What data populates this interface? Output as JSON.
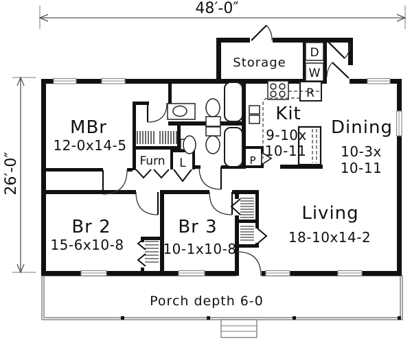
{
  "dimensions": {
    "top": "48′-0″",
    "left": "26′-0″"
  },
  "rooms": {
    "storage": {
      "name": "Storage"
    },
    "kitchen": {
      "name": "Kit",
      "size_line1": "9-10x",
      "size_line2": "10-11"
    },
    "dining": {
      "name": "Dining",
      "size_line1": "10-3x",
      "size_line2": "10-11"
    },
    "master_bedroom": {
      "name": "MBr",
      "size": "12-0x14-5"
    },
    "bedroom2": {
      "name": "Br 2",
      "size": "15-6x10-8"
    },
    "bedroom3": {
      "name": "Br 3",
      "size": "10-1x10-8"
    },
    "living": {
      "name": "Living",
      "size": "18-10x14-2"
    },
    "porch": {
      "label": "Porch depth 6-0"
    }
  },
  "appliance_labels": {
    "dryer": "D",
    "washer": "W",
    "range": "R",
    "pantry": "P",
    "linen": "L",
    "furnace": "Furn"
  },
  "colors": {
    "walls": "#111111",
    "background": "#ffffff",
    "porch_line": "#8a8a8a",
    "dimension_line": "#555555"
  }
}
